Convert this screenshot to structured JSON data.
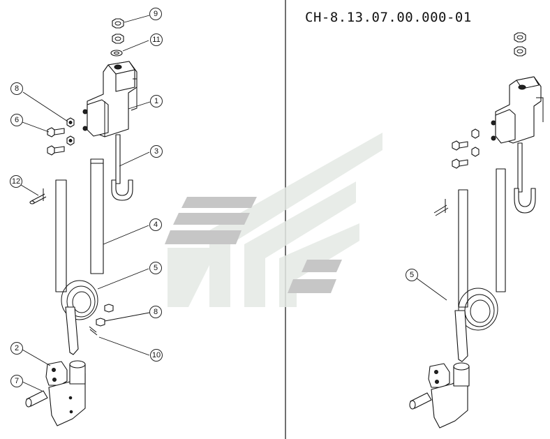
{
  "drawing": {
    "title": "СН-8.13.07.00.000-01"
  },
  "callouts": [
    {
      "label": "9"
    },
    {
      "label": "11"
    },
    {
      "label": "1"
    },
    {
      "label": "8"
    },
    {
      "label": "6"
    },
    {
      "label": "3"
    },
    {
      "label": "12"
    },
    {
      "label": "4"
    },
    {
      "label": "5"
    },
    {
      "label": "8"
    },
    {
      "label": "10"
    },
    {
      "label": "2"
    },
    {
      "label": "7"
    },
    {
      "label": "5"
    }
  ],
  "colors": {
    "watermark_gray": "#c2c2c2",
    "watermark_light": "#e6eae6",
    "line": "#111111"
  }
}
